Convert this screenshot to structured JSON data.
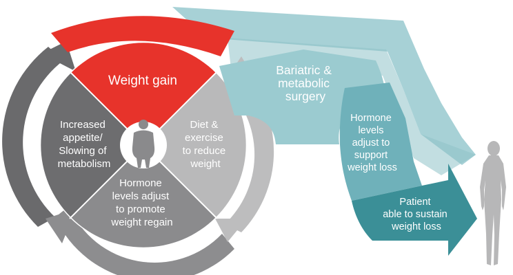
{
  "cycle": {
    "weight_gain": "Weight gain",
    "diet_exercise": [
      "Diet &",
      "exercise",
      "to reduce",
      "weight"
    ],
    "hormone_regain": [
      "Hormone",
      "levels adjust",
      "to promote",
      "weight regain"
    ],
    "appetite": [
      "Increased",
      "appetite/",
      "Slowing of",
      "metabolism"
    ]
  },
  "surgery_path": {
    "bariatric": [
      "Bariatric &",
      "metabolic",
      "surgery"
    ],
    "hormone_support": [
      "Hormone",
      "levels",
      "adjust to",
      "support",
      "weight loss"
    ],
    "sustain": [
      "Patient",
      "able to sustain",
      "weight loss"
    ]
  },
  "icons": {
    "center": "obese-person-icon",
    "right": "slim-person-icon"
  },
  "colors": {
    "red": "#e7332b",
    "teal_light": "#9ccbd1",
    "teal_mid": "#6fb3bc",
    "teal_dark": "#3b8f97",
    "gray_light": "#b9b9ba",
    "gray_mid": "#8a8a8c",
    "gray_dark": "#6d6d6f"
  }
}
